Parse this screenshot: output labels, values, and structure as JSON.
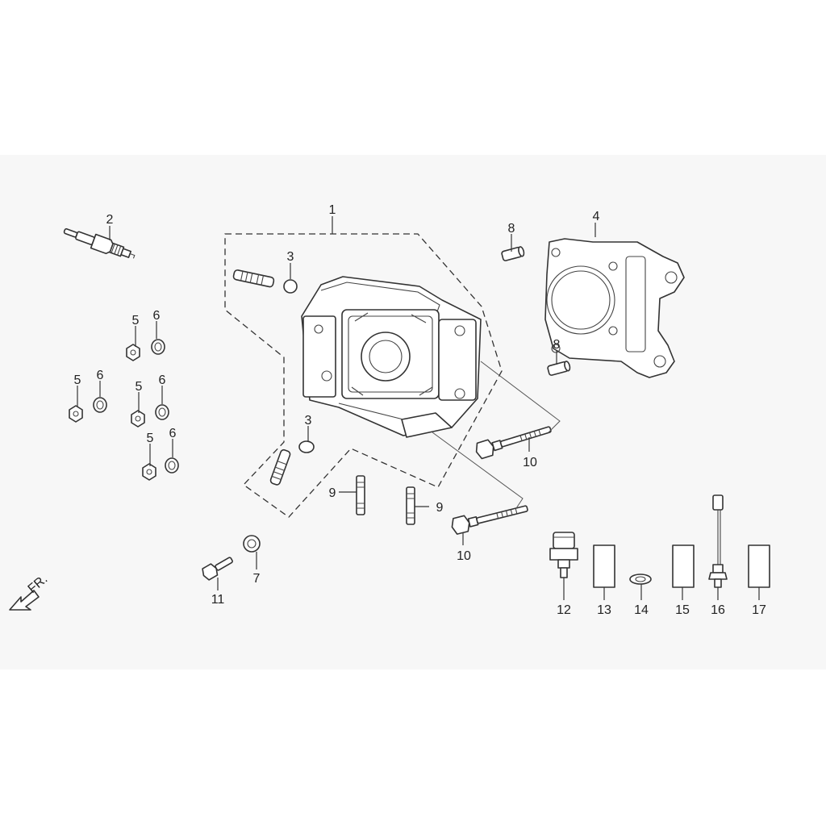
{
  "diagram": {
    "callouts": [
      {
        "id": "c1",
        "label": "1"
      },
      {
        "id": "c2",
        "label": "2"
      },
      {
        "id": "c3a",
        "label": "3"
      },
      {
        "id": "c3b",
        "label": "3"
      },
      {
        "id": "c4",
        "label": "4"
      },
      {
        "id": "c5a",
        "label": "5"
      },
      {
        "id": "c5b",
        "label": "5"
      },
      {
        "id": "c5c",
        "label": "5"
      },
      {
        "id": "c5d",
        "label": "5"
      },
      {
        "id": "c6a",
        "label": "6"
      },
      {
        "id": "c6b",
        "label": "6"
      },
      {
        "id": "c6c",
        "label": "6"
      },
      {
        "id": "c6d",
        "label": "6"
      },
      {
        "id": "c7",
        "label": "7"
      },
      {
        "id": "c8a",
        "label": "8"
      },
      {
        "id": "c8b",
        "label": "8"
      },
      {
        "id": "c9a",
        "label": "9"
      },
      {
        "id": "c9b",
        "label": "9"
      },
      {
        "id": "c10a",
        "label": "10"
      },
      {
        "id": "c10b",
        "label": "10"
      },
      {
        "id": "c11",
        "label": "11"
      },
      {
        "id": "c12",
        "label": "12"
      },
      {
        "id": "c13",
        "label": "13"
      },
      {
        "id": "c14",
        "label": "14"
      },
      {
        "id": "c15",
        "label": "15"
      },
      {
        "id": "c16",
        "label": "16"
      },
      {
        "id": "c17",
        "label": "17"
      }
    ],
    "front_indicator": "FR."
  }
}
